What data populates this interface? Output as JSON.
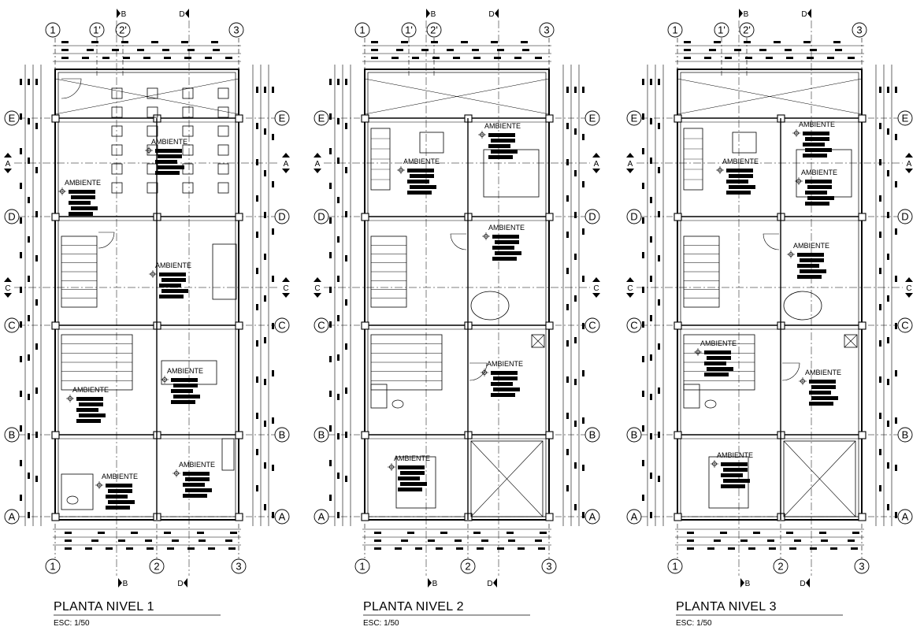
{
  "plans": [
    {
      "title": "PLANTA NIVEL 1",
      "scale": "ESC: 1/50",
      "top_axes": [
        "1",
        "1'",
        "2'",
        "3"
      ],
      "bottom_axes": [
        "1",
        "2",
        "3"
      ],
      "section_top": [
        "B",
        "D"
      ],
      "section_bottom": [
        "B",
        "D"
      ],
      "row_axes": [
        "E",
        "D",
        "C",
        "B",
        "A"
      ],
      "section_sides": [
        "A",
        "C"
      ],
      "rooms": [
        "AMBIENTE",
        "AMBIENTE",
        "AMBIENTE",
        "AMBIENTE",
        "AMBIENTE",
        "AMBIENTE",
        "AMBIENTE"
      ]
    },
    {
      "title": "PLANTA NIVEL 2",
      "scale": "ESC: 1/50",
      "top_axes": [
        "1",
        "1'",
        "2'",
        "3"
      ],
      "bottom_axes": [
        "1",
        "2",
        "3"
      ],
      "section_top": [
        "B",
        "D"
      ],
      "section_bottom": [
        "B",
        "D"
      ],
      "row_axes": [
        "E",
        "D",
        "C",
        "B",
        "A"
      ],
      "section_sides": [
        "A",
        "C"
      ],
      "rooms": [
        "AMBIENTE",
        "AMBIENTE",
        "AMBIENTE",
        "AMBIENTE",
        "AMBIENTE"
      ]
    },
    {
      "title": "PLANTA NIVEL 3",
      "scale": "ESC: 1/50",
      "top_axes": [
        "1",
        "1'",
        "2'",
        "3"
      ],
      "bottom_axes": [
        "1",
        "2",
        "3"
      ],
      "section_top": [
        "B",
        "D"
      ],
      "section_bottom": [
        "B",
        "D"
      ],
      "row_axes": [
        "E",
        "D",
        "C",
        "B",
        "A"
      ],
      "section_sides": [
        "A",
        "C"
      ],
      "rooms": [
        "AMBIENTE",
        "AMBIENTE",
        "AMBIENTE",
        "AMBIENTE",
        "AMBIENTE",
        "AMBIENTE",
        "AMBIENTE"
      ]
    }
  ]
}
